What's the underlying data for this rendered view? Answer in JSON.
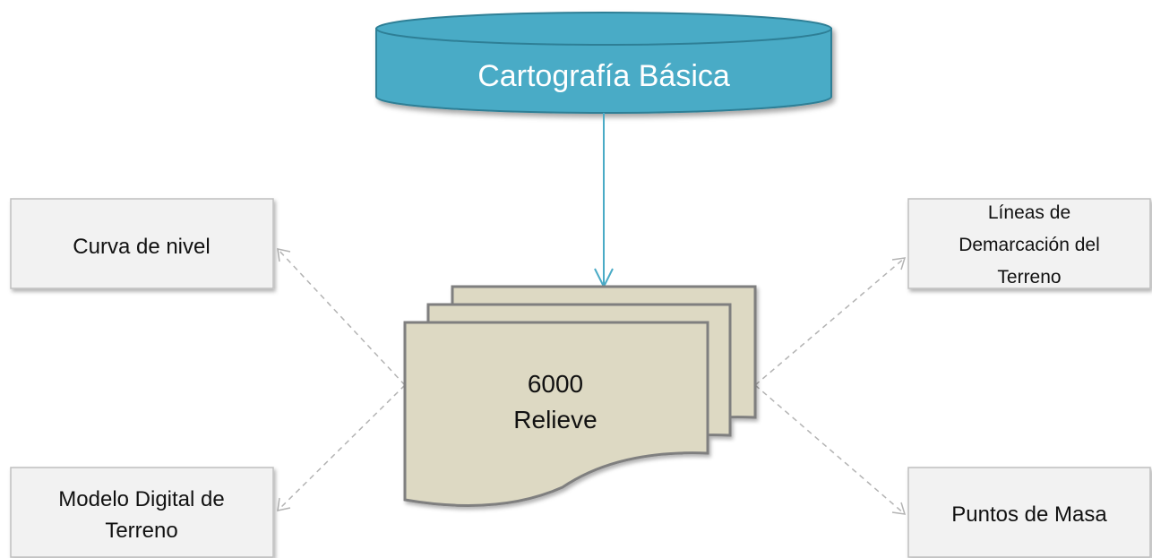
{
  "source": {
    "label": "Cartografía Básica",
    "fill": "#4aabc6",
    "text_color": "#ffffff"
  },
  "center": {
    "line1": "6000",
    "line2": "Relieve",
    "fill": "#ddd9c3",
    "stroke": "#7f7f7f"
  },
  "boxes": {
    "curva": "Curva de nivel",
    "modelo_line1": "Modelo Digital de",
    "modelo_line2": "Terreno",
    "lineas_line1": "Líneas de",
    "lineas_line2": "Demarcación del",
    "lineas_line3": "Terreno",
    "puntos": "Puntos de Masa"
  },
  "colors": {
    "box_fill": "#f2f2f2",
    "box_stroke": "#bfbfbf",
    "connector": "#b3b3b3",
    "arrow": "#4aabc6"
  }
}
